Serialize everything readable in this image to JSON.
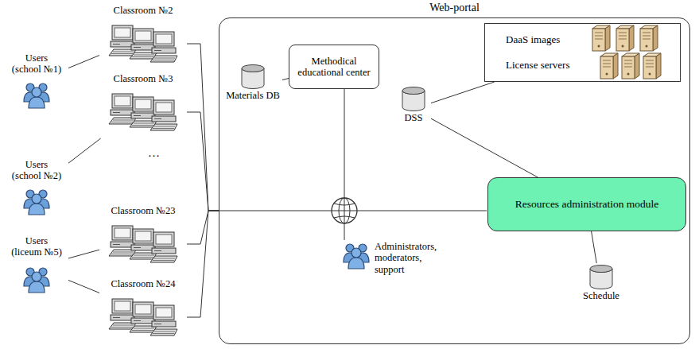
{
  "diagram": {
    "nodes": [
      {
        "text": [
          "Web-portal"
        ]
      },
      {
        "text": [
          "Materials DB"
        ],
        "in": 0
      },
      {
        "text": [
          "Methodical educational center"
        ],
        "in": 0
      },
      {
        "text": [
          "DaaS images",
          "License servers"
        ],
        "in": 0
      },
      {
        "text": [
          "DSS"
        ],
        "in": 0
      },
      {
        "text": [
          "Resources administration module"
        ],
        "in": 0
      },
      {
        "text": [
          "Administrators, moderators, support"
        ],
        "in": 0
      },
      {
        "text": [
          "Schedule"
        ],
        "in": 0
      },
      {
        "text": [
          "Users (school №1)"
        ]
      },
      {
        "text": [
          "Users (school №2)"
        ]
      },
      {
        "text": [
          "Users (liceum №5)"
        ]
      },
      {
        "text": [
          "Classroom №2"
        ]
      },
      {
        "text": [
          "Classroom №3"
        ]
      },
      {
        "text": [
          "Classroom №23"
        ]
      },
      {
        "text": [
          "Classroom №24"
        ]
      }
    ],
    "edges": [
      {
        "from": 8,
        "to": 11,
        "arrow": "none"
      },
      {
        "from": 9,
        "to": 12,
        "arrow": "none"
      },
      {
        "from": 10,
        "to": 13,
        "arrow": "none"
      },
      {
        "from": 10,
        "to": 14,
        "arrow": "none"
      },
      {
        "from": 11,
        "to": 0,
        "arrow": "none"
      },
      {
        "from": 12,
        "to": 0,
        "arrow": "none"
      },
      {
        "from": 13,
        "to": 0,
        "arrow": "none"
      },
      {
        "from": 14,
        "to": 0,
        "arrow": "none"
      },
      {
        "from": 1,
        "to": 2,
        "arrow": "none"
      },
      {
        "from": 3,
        "to": 4,
        "arrow": "none"
      },
      {
        "from": 4,
        "to": 5,
        "arrow": "none"
      },
      {
        "from": 5,
        "to": 7,
        "arrow": "none"
      }
    ],
    "labels": [
      "…"
    ]
  }
}
